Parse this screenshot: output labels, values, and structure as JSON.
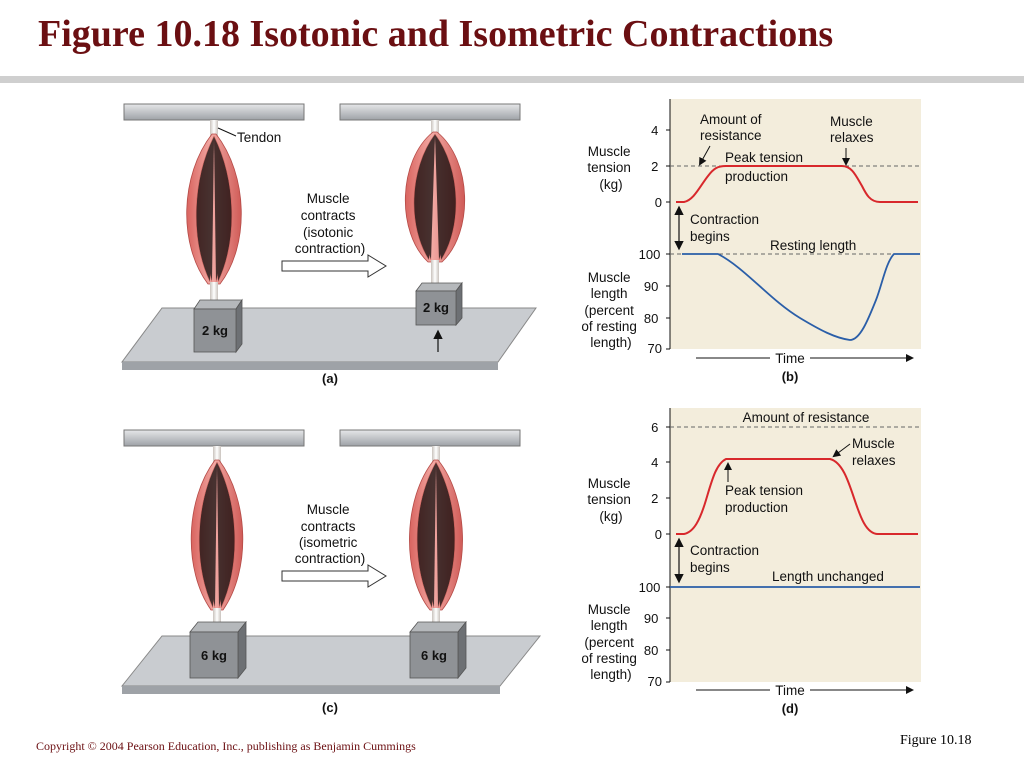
{
  "slide": {
    "title": "Figure 10.18  Isotonic and Isometric Contractions",
    "copyright": "Copyright © 2004 Pearson Education, Inc., publishing as Benjamin Cummings",
    "figure_label": "Figure 10.18"
  },
  "panel_a": {
    "tendon_label": "Tendon",
    "arrow_text": [
      "Muscle",
      "contracts",
      "(isotonic",
      "contraction)"
    ],
    "weight_left": "2 kg",
    "weight_right": "2 kg",
    "letter": "(a)"
  },
  "panel_b": {
    "tension_axis_label": [
      "Muscle",
      "tension",
      "(kg)"
    ],
    "length_axis_label": [
      "Muscle",
      "length",
      "(percent",
      "of resting",
      "length)"
    ],
    "tension_ticks": [
      "4",
      "2",
      "0"
    ],
    "length_ticks": [
      "100",
      "90",
      "80",
      "70"
    ],
    "amount_of_resistance": [
      "Amount of",
      "resistance"
    ],
    "muscle_relaxes": [
      "Muscle",
      "relaxes"
    ],
    "peak_tension": [
      "Peak tension",
      "production"
    ],
    "contraction_begins": [
      "Contraction",
      "begins"
    ],
    "resting_length": "Resting length",
    "time_label": "Time",
    "letter": "(b)"
  },
  "panel_c": {
    "arrow_text": [
      "Muscle",
      "contracts",
      "(isometric",
      "contraction)"
    ],
    "weight_left": "6 kg",
    "weight_right": "6 kg",
    "letter": "(c)"
  },
  "panel_d": {
    "tension_axis_label": [
      "Muscle",
      "tension",
      "(kg)"
    ],
    "length_axis_label": [
      "Muscle",
      "length",
      "(percent",
      "of resting",
      "length)"
    ],
    "tension_ticks": [
      "6",
      "4",
      "2",
      "0"
    ],
    "length_ticks": [
      "100",
      "90",
      "80",
      "70"
    ],
    "amount_of_resistance": "Amount of resistance",
    "muscle_relaxes": [
      "Muscle",
      "relaxes"
    ],
    "peak_tension": [
      "Peak tension",
      "production"
    ],
    "contraction_begins": [
      "Contraction",
      "begins"
    ],
    "length_unchanged": "Length unchanged",
    "time_label": "Time",
    "letter": "(d)"
  },
  "colors": {
    "title": "#6b0f12",
    "tension_curve": "#d8282c",
    "length_curve": "#2a5ea8",
    "graph_bg": "#f3eddc",
    "muscle": "#e98a86",
    "platform": "#c9ccd0"
  }
}
